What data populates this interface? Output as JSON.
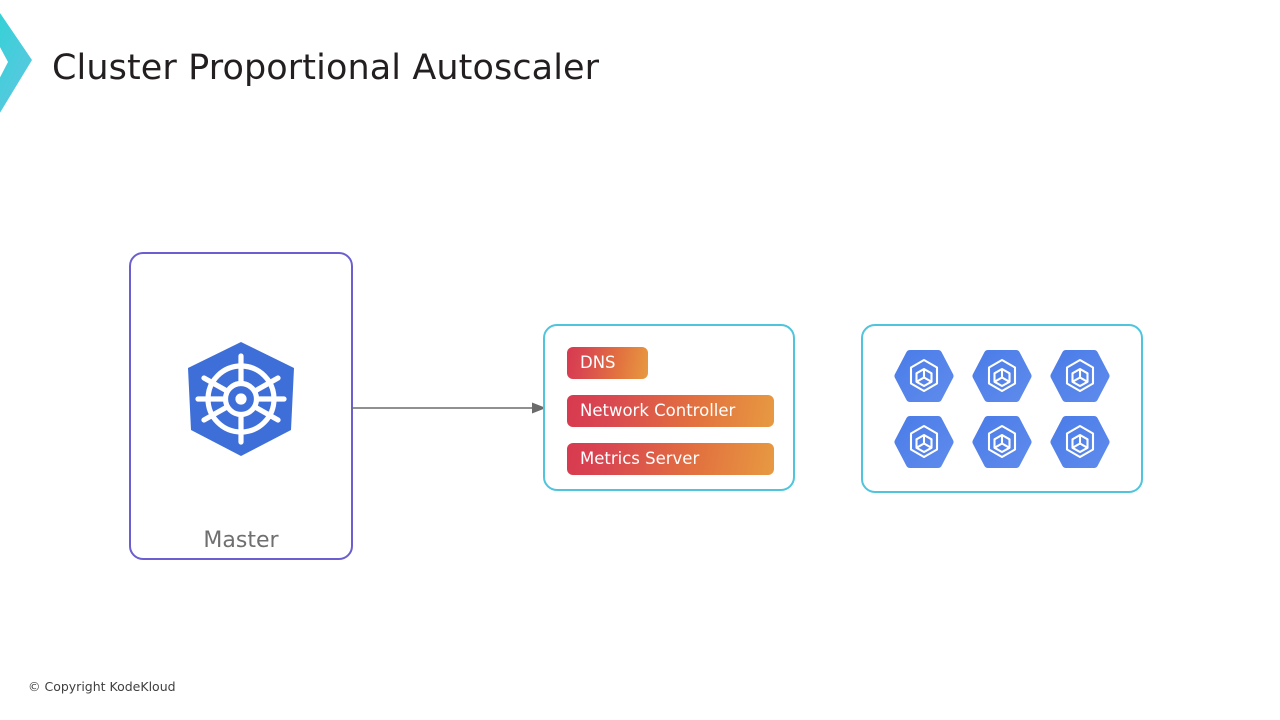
{
  "slide": {
    "title": "Cluster Proportional Autoscaler",
    "footer": "© Copyright KodeKloud"
  },
  "brand": {
    "logo_icon": "chevron-right-logo",
    "color_start": "#2ad4d4",
    "color_end": "#5bc8e0"
  },
  "diagram": {
    "master": {
      "label": "Master",
      "icon": "kubernetes-wheel-icon",
      "border_color": "#6b5fd0",
      "icon_color": "#3e6fd8"
    },
    "services": {
      "border_color": "#4fc4dc",
      "pill_gradient_start": "#d8394f",
      "pill_gradient_end": "#e79a41",
      "items": [
        {
          "label": "DNS",
          "width": "short"
        },
        {
          "label": "Network Controller",
          "width": "long"
        },
        {
          "label": "Metrics Server",
          "width": "long"
        }
      ]
    },
    "nodes": {
      "border_color": "#4fc4dc",
      "hex_color_start": "#4a7ce8",
      "hex_color_end": "#5b87ea",
      "icon": "node-cube-hexagon-icon",
      "count": 6,
      "rows": 2,
      "columns": 3
    },
    "connector": {
      "from": "Master",
      "to": "Services",
      "color": "#6b6b6b",
      "direction": "right",
      "icon": "arrow-right-icon"
    }
  }
}
